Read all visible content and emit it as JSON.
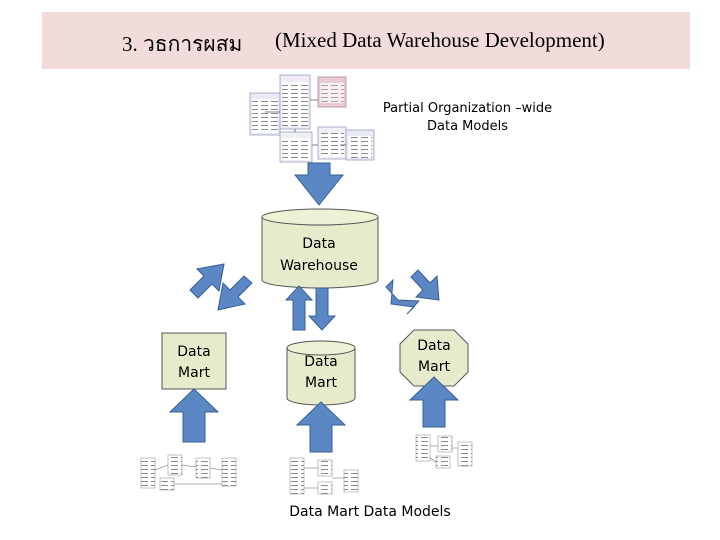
{
  "header": {
    "number_title": "3. วธการผสม",
    "title": "(Mixed Data Warehouse Development)"
  },
  "labels": {
    "partial_models": "Partial Organization –wide Data Models",
    "mart_models": "Data Mart Data Models"
  },
  "warehouse": {
    "line1": "Data",
    "line2": "Warehouse"
  },
  "marts": [
    {
      "line1": "Data",
      "line2": "Mart"
    },
    {
      "line1": "Data",
      "line2": "Mart"
    },
    {
      "line1": "Data",
      "line2": "Mart"
    }
  ],
  "colors": {
    "header_bg": "#f2dcdb",
    "shape_fill": "#e6eccb",
    "arrow_fill": "#5b87c5",
    "arrow_stroke": "#3a5f96"
  }
}
